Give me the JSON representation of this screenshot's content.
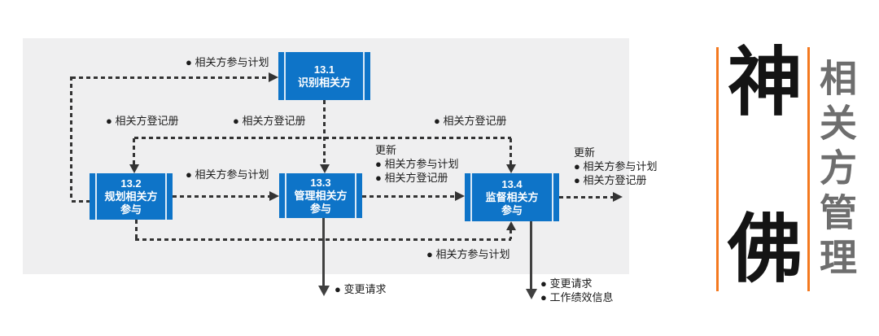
{
  "diagram": {
    "boxes": [
      {
        "num": "13.1",
        "line2": "识别相关方",
        "line3": ""
      },
      {
        "num": "13.2",
        "line2": "规划相关方",
        "line3": "参与"
      },
      {
        "num": "13.3",
        "line2": "管理相关方",
        "line3": "参与"
      },
      {
        "num": "13.4",
        "line2": "监督相关方",
        "line3": "参与"
      }
    ],
    "labels": {
      "to_identify_plan": "● 相关方参与计划",
      "register_1": "● 相关方登记册",
      "register_2": "● 相关方登记册",
      "register_3": "● 相关方登记册",
      "plan_to_manage": "● 相关方参与计划",
      "update_title_mid": "更新",
      "update_mid_plan": "● 相关方参与计划",
      "update_mid_register": "● 相关方登记册",
      "update_title_right": "更新",
      "update_right_plan": "● 相关方参与计划",
      "update_right_register": "● 相关方登记册",
      "plan_to_monitor": "● 相关方参与计划",
      "change_request_manage": "● 变更请求",
      "change_request_monitor": "● 变更请求",
      "work_performance_info": "● 工作绩效信息"
    }
  },
  "side": {
    "brand_top": "神",
    "brand_bottom": "佛",
    "vertical_title": "相关方管理"
  },
  "colors": {
    "process_blue": "#0e74c8",
    "accent_orange": "#f4791f",
    "canvas_gray": "#efeff0",
    "title_gray": "#6e6e6e",
    "line_dark": "#333333"
  }
}
